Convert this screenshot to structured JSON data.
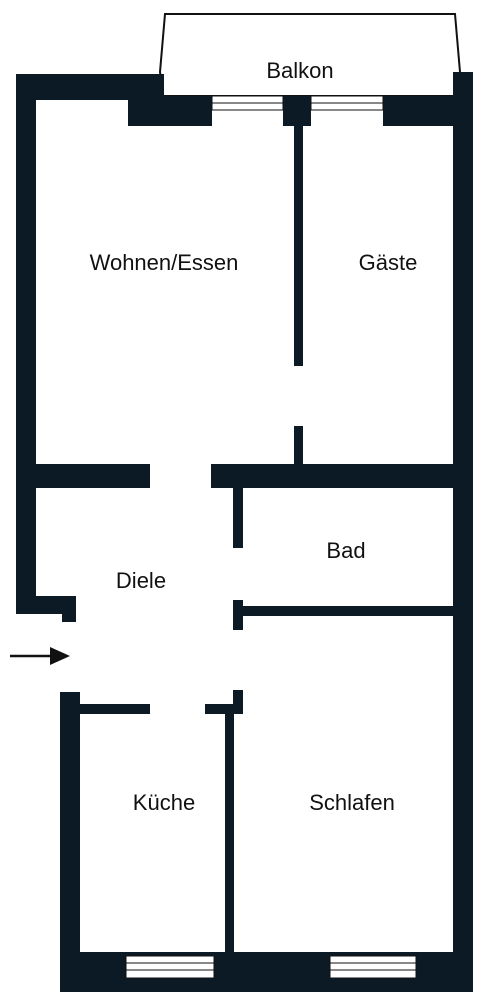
{
  "colors": {
    "wall": "#0c1a26",
    "background": "#ffffff",
    "window": "#ffffff"
  },
  "rooms": {
    "balkon": "Balkon",
    "wohnen": "Wohnen/Essen",
    "gaeste": "Gäste",
    "diele": "Diele",
    "bad": "Bad",
    "kueche": "Küche",
    "schlafen": "Schlafen"
  },
  "entrance_icon": "arrow-right-icon"
}
